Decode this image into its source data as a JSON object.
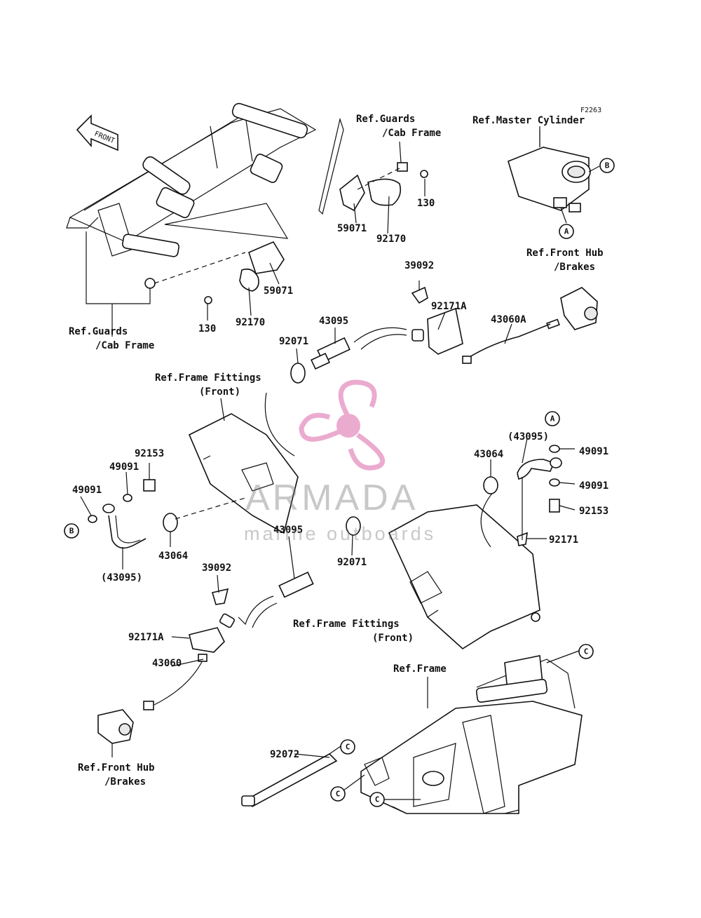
{
  "diagram_code": "F2263",
  "front_arrow": "FRONT",
  "refs": {
    "guards_top": [
      "Ref.Guards",
      "/Cab Frame"
    ],
    "guards_left": [
      "Ref.Guards",
      "/Cab Frame"
    ],
    "master_cylinder": "Ref.Master Cylinder",
    "front_hub_right": [
      "Ref.Front Hub",
      "/Brakes"
    ],
    "front_hub_left": [
      "Ref.Front Hub",
      "/Brakes"
    ],
    "frame_fittings_mid": [
      "Ref.Frame Fittings",
      "(Front)"
    ],
    "frame_fittings_low": [
      "Ref.Frame Fittings",
      "(Front)"
    ],
    "frame": "Ref.Frame"
  },
  "parts": {
    "p59071_top": "59071",
    "p92170_top": "92170",
    "p130_top": "130",
    "p59071_left": "59071",
    "p92170_left": "92170",
    "p130_left": "130",
    "p39092_top": "39092",
    "p92171A_top": "92171A",
    "p43095_top": "43095",
    "p43060A": "43060A",
    "p92071_top": "92071",
    "p92153_left": "92153",
    "p49091_left_a": "49091",
    "p49091_left_b": "49091",
    "p43095_left_paren": "(43095)",
    "p43064_left": "43064",
    "p43095_mid": "43095",
    "p92071_mid": "92071",
    "p39092_low": "39092",
    "p92171A_low": "92171A",
    "p43060": "43060",
    "p43095_right_paren": "(43095)",
    "p43064_right": "43064",
    "p49091_right_a": "49091",
    "p49091_right_b": "49091",
    "p92153_right": "92153",
    "p92171": "92171",
    "p92072": "92072"
  },
  "callouts": {
    "A": "A",
    "B": "B",
    "C": "C"
  },
  "watermark": {
    "brand": "ARMADA",
    "tagline": "marine outboards",
    "logo_color": "#e58fc0"
  }
}
